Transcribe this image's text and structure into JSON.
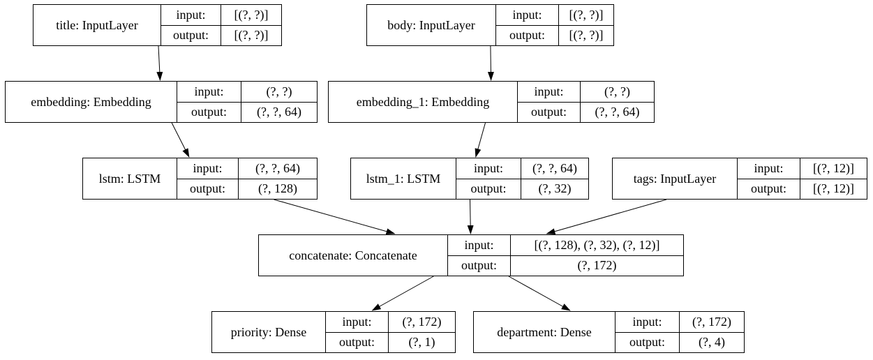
{
  "diagram": {
    "type": "keras-model-plot",
    "labels": {
      "input": "input:",
      "output": "output:"
    },
    "colors": {
      "border": "#000000",
      "background": "#ffffff",
      "text": "#000000",
      "edge": "#000000"
    },
    "nodes": [
      {
        "id": "title",
        "label": "title: InputLayer",
        "input": "[(?, ?)]",
        "output": "[(?, ?)]"
      },
      {
        "id": "body",
        "label": "body: InputLayer",
        "input": "[(?, ?)]",
        "output": "[(?, ?)]"
      },
      {
        "id": "embedding",
        "label": "embedding: Embedding",
        "input": "(?, ?)",
        "output": "(?, ?, 64)"
      },
      {
        "id": "embedding_1",
        "label": "embedding_1: Embedding",
        "input": "(?, ?)",
        "output": "(?, ?, 64)"
      },
      {
        "id": "lstm",
        "label": "lstm: LSTM",
        "input": "(?, ?, 64)",
        "output": "(?, 128)"
      },
      {
        "id": "lstm_1",
        "label": "lstm_1: LSTM",
        "input": "(?, ?, 64)",
        "output": "(?, 32)"
      },
      {
        "id": "tags",
        "label": "tags: InputLayer",
        "input": "[(?, 12)]",
        "output": "[(?, 12)]"
      },
      {
        "id": "concatenate",
        "label": "concatenate: Concatenate",
        "input": "[(?, 128), (?, 32), (?, 12)]",
        "output": "(?, 172)"
      },
      {
        "id": "priority",
        "label": "priority: Dense",
        "input": "(?, 172)",
        "output": "(?, 1)"
      },
      {
        "id": "department",
        "label": "department: Dense",
        "input": "(?, 172)",
        "output": "(?, 4)"
      }
    ],
    "edges": [
      {
        "from": "title",
        "to": "embedding"
      },
      {
        "from": "body",
        "to": "embedding_1"
      },
      {
        "from": "embedding",
        "to": "lstm"
      },
      {
        "from": "embedding_1",
        "to": "lstm_1"
      },
      {
        "from": "lstm",
        "to": "concatenate"
      },
      {
        "from": "lstm_1",
        "to": "concatenate"
      },
      {
        "from": "tags",
        "to": "concatenate"
      },
      {
        "from": "concatenate",
        "to": "priority"
      },
      {
        "from": "concatenate",
        "to": "department"
      }
    ]
  }
}
